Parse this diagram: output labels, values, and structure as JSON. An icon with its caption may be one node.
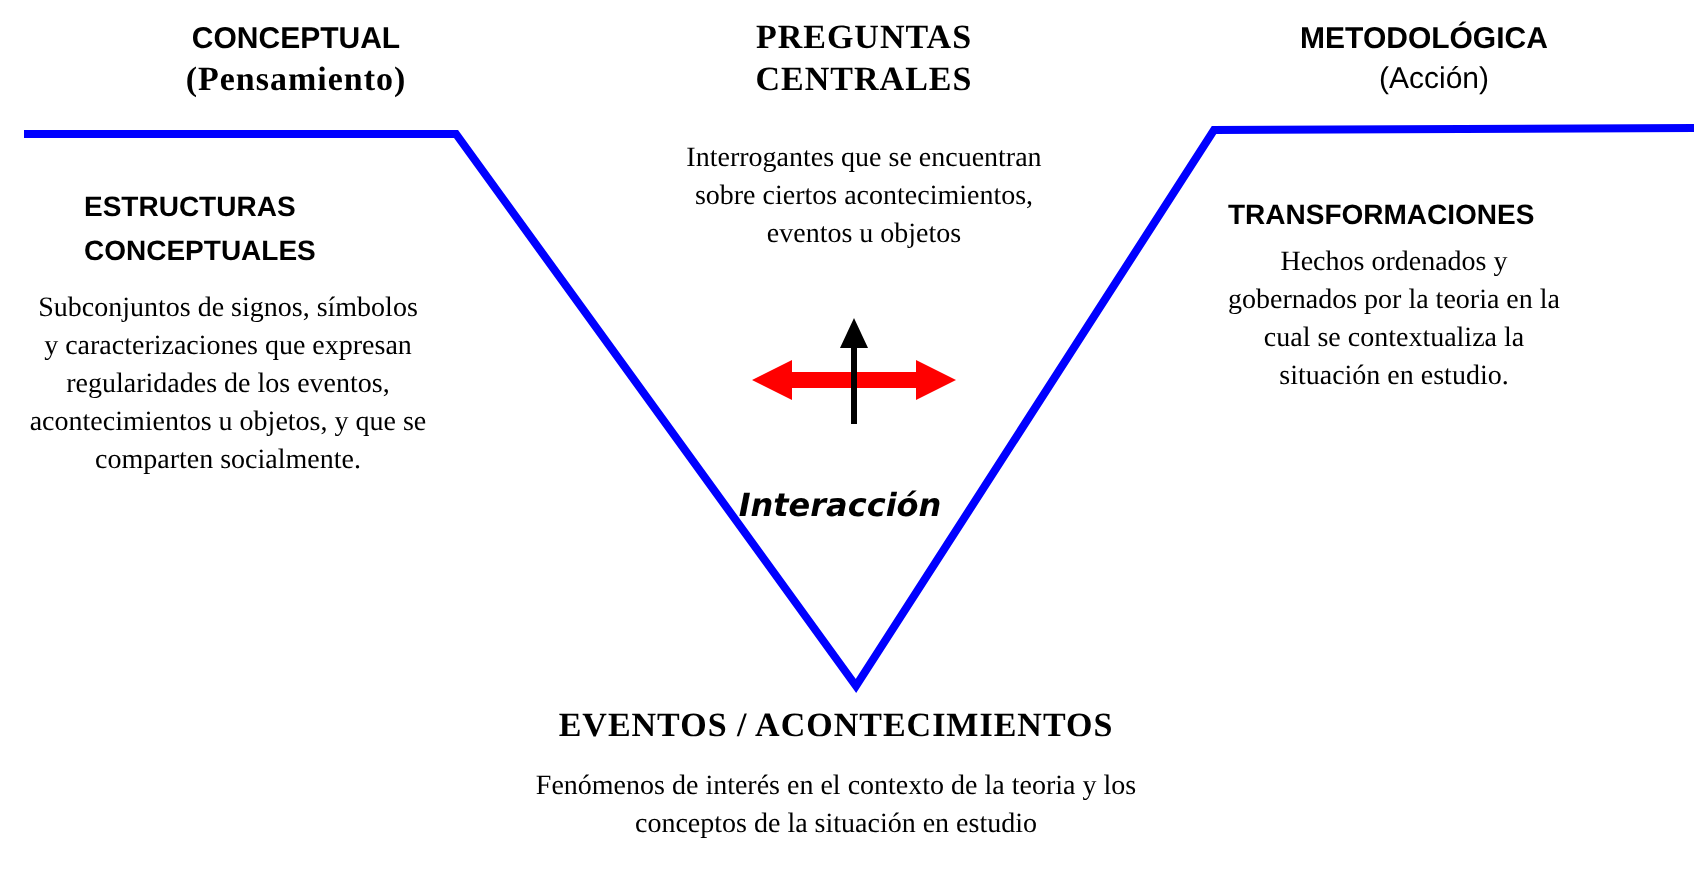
{
  "diagram": {
    "labels": [
      "CONCEPTUAL",
      "(Pensamiento)",
      "PREGUNTAS CENTRALES",
      "METODOLÓGICA",
      "(Acción)",
      "ESTRUCTURAS CONCEPTUALES",
      "Interrogantes que se encuentran sobre ciertos acontecimientos, eventos u objetos",
      "TRANSFORMACIONES",
      "Subconjuntos de signos, símbolos y caracterizaciones que expresan regularidades de los eventos, acontecimientos u objetos, y que se comparten socialmente.",
      "Hechos ordenados y gobernados por la teoria en la cual se contextualiza la situación en estudio.",
      "Interacción",
      "EVENTOS / ACONTECIMIENTOS",
      "Fenómenos de interés en el contexto de la teoria y los conceptos de la situación en estudio"
    ]
  }
}
